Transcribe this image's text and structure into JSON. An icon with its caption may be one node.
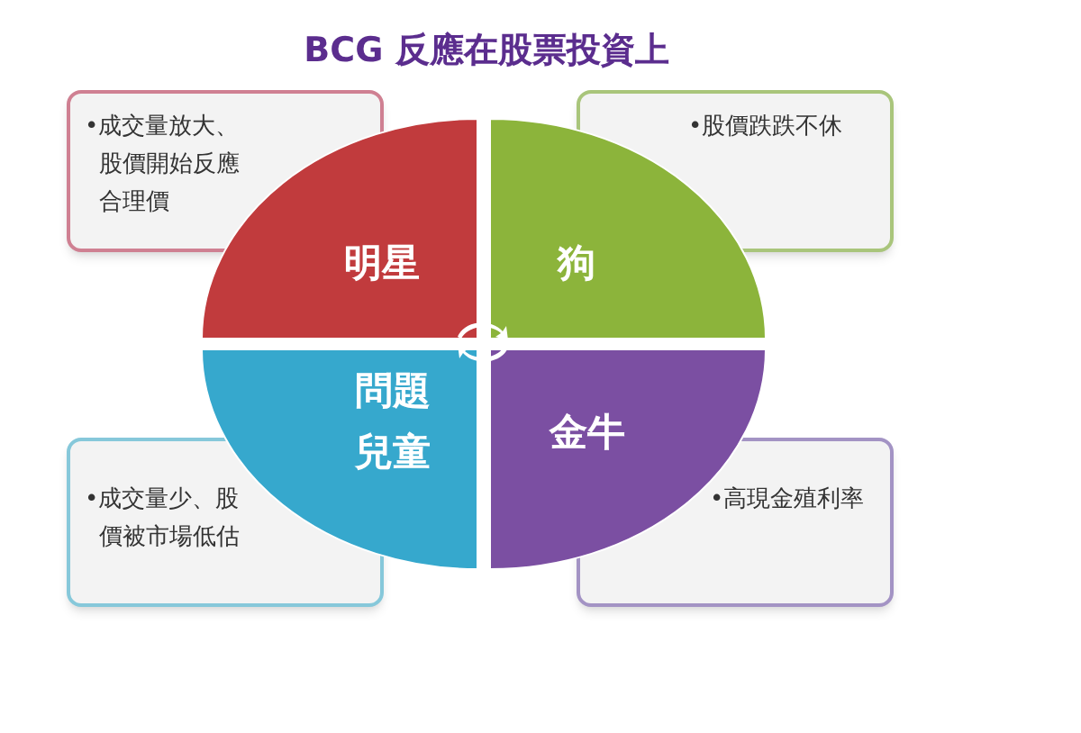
{
  "diagram": {
    "title": "BCG 反應在股票投資上",
    "nodes": [
      {
        "text": [
          "明星"
        ]
      },
      {
        "text": [
          "狗"
        ]
      },
      {
        "text": [
          "問題兒童"
        ]
      },
      {
        "text": [
          "金牛"
        ]
      },
      {
        "text": [
          "•成交量放大、股價開始反應合理價"
        ]
      },
      {
        "text": [
          "•股價跌跌不休"
        ]
      },
      {
        "text": [
          "•成交量少、股價被市場低估"
        ]
      },
      {
        "text": [
          "•高現金殖利率"
        ]
      }
    ]
  }
}
